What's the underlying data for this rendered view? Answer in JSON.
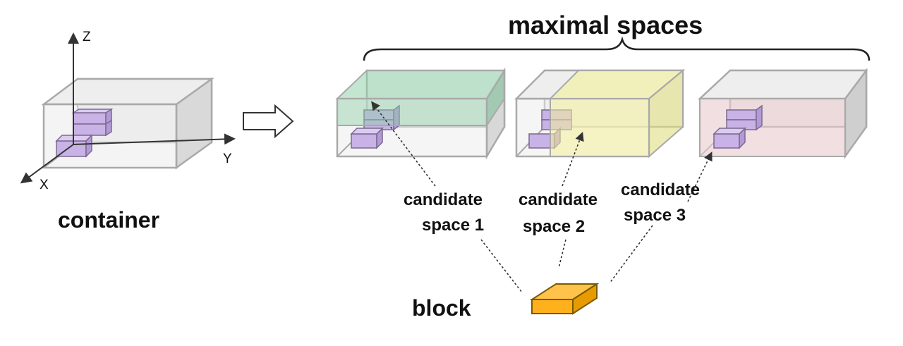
{
  "labels": {
    "title": "maximal spaces",
    "container": "container",
    "block": "block",
    "axis_z": "Z",
    "axis_y": "Y",
    "axis_x": "X",
    "cand1_line1": "candidate",
    "cand1_line2": "space 1",
    "cand2_line1": "candidate",
    "cand2_line2": "space 2",
    "cand3_line1": "candidate",
    "cand3_line2": "space 3"
  },
  "colors": {
    "frame": "#a9a9a9",
    "box_fill": "#ebebeb",
    "box_side": "#d9d9d9",
    "item_fill": "#c9b2e6",
    "item_stroke": "#7a6a90",
    "space1": "#8fd1a7",
    "space2": "#f4f19a",
    "space3": "#e9c9cf",
    "block_fill": "#ffb11d",
    "block_stroke": "#7a5a00",
    "text": "#111111"
  }
}
